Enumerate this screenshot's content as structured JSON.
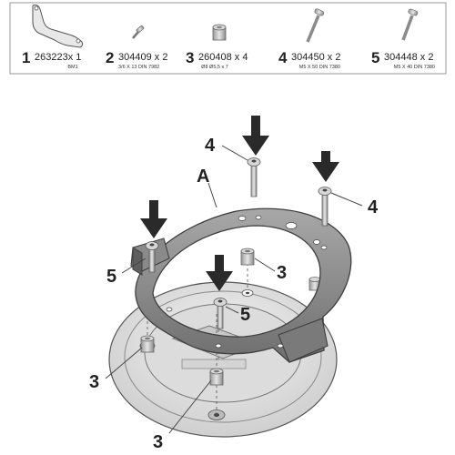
{
  "parts": [
    {
      "number": "1",
      "code": "263223x 1",
      "spec": "BM1"
    },
    {
      "number": "2",
      "code": "304409 x 2",
      "spec": "3/6 X 13 DIN 7982"
    },
    {
      "number": "3",
      "code": "260408 x 4",
      "spec": "Ø8 Ø5,5 x 7"
    },
    {
      "number": "4",
      "code": "304450 x 2",
      "spec": "M5 X 50 DIN 7380"
    },
    {
      "number": "5",
      "code": "304448 x 2",
      "spec": "M5 X 40 DIN 7380"
    }
  ],
  "callouts": {
    "ring": "A",
    "bolt_long_top": "4",
    "bolt_long_right": "4",
    "bolt_short_left": "5",
    "bolt_short_center": "5",
    "spacer_right": "3",
    "spacer_left": "3",
    "spacer_bottom": "3"
  },
  "colors": {
    "arrow": "#2a2a2a",
    "ring": "#8c8c8c",
    "tank_cap": "#e4e4e4",
    "box_border": "#9a9a9a"
  }
}
